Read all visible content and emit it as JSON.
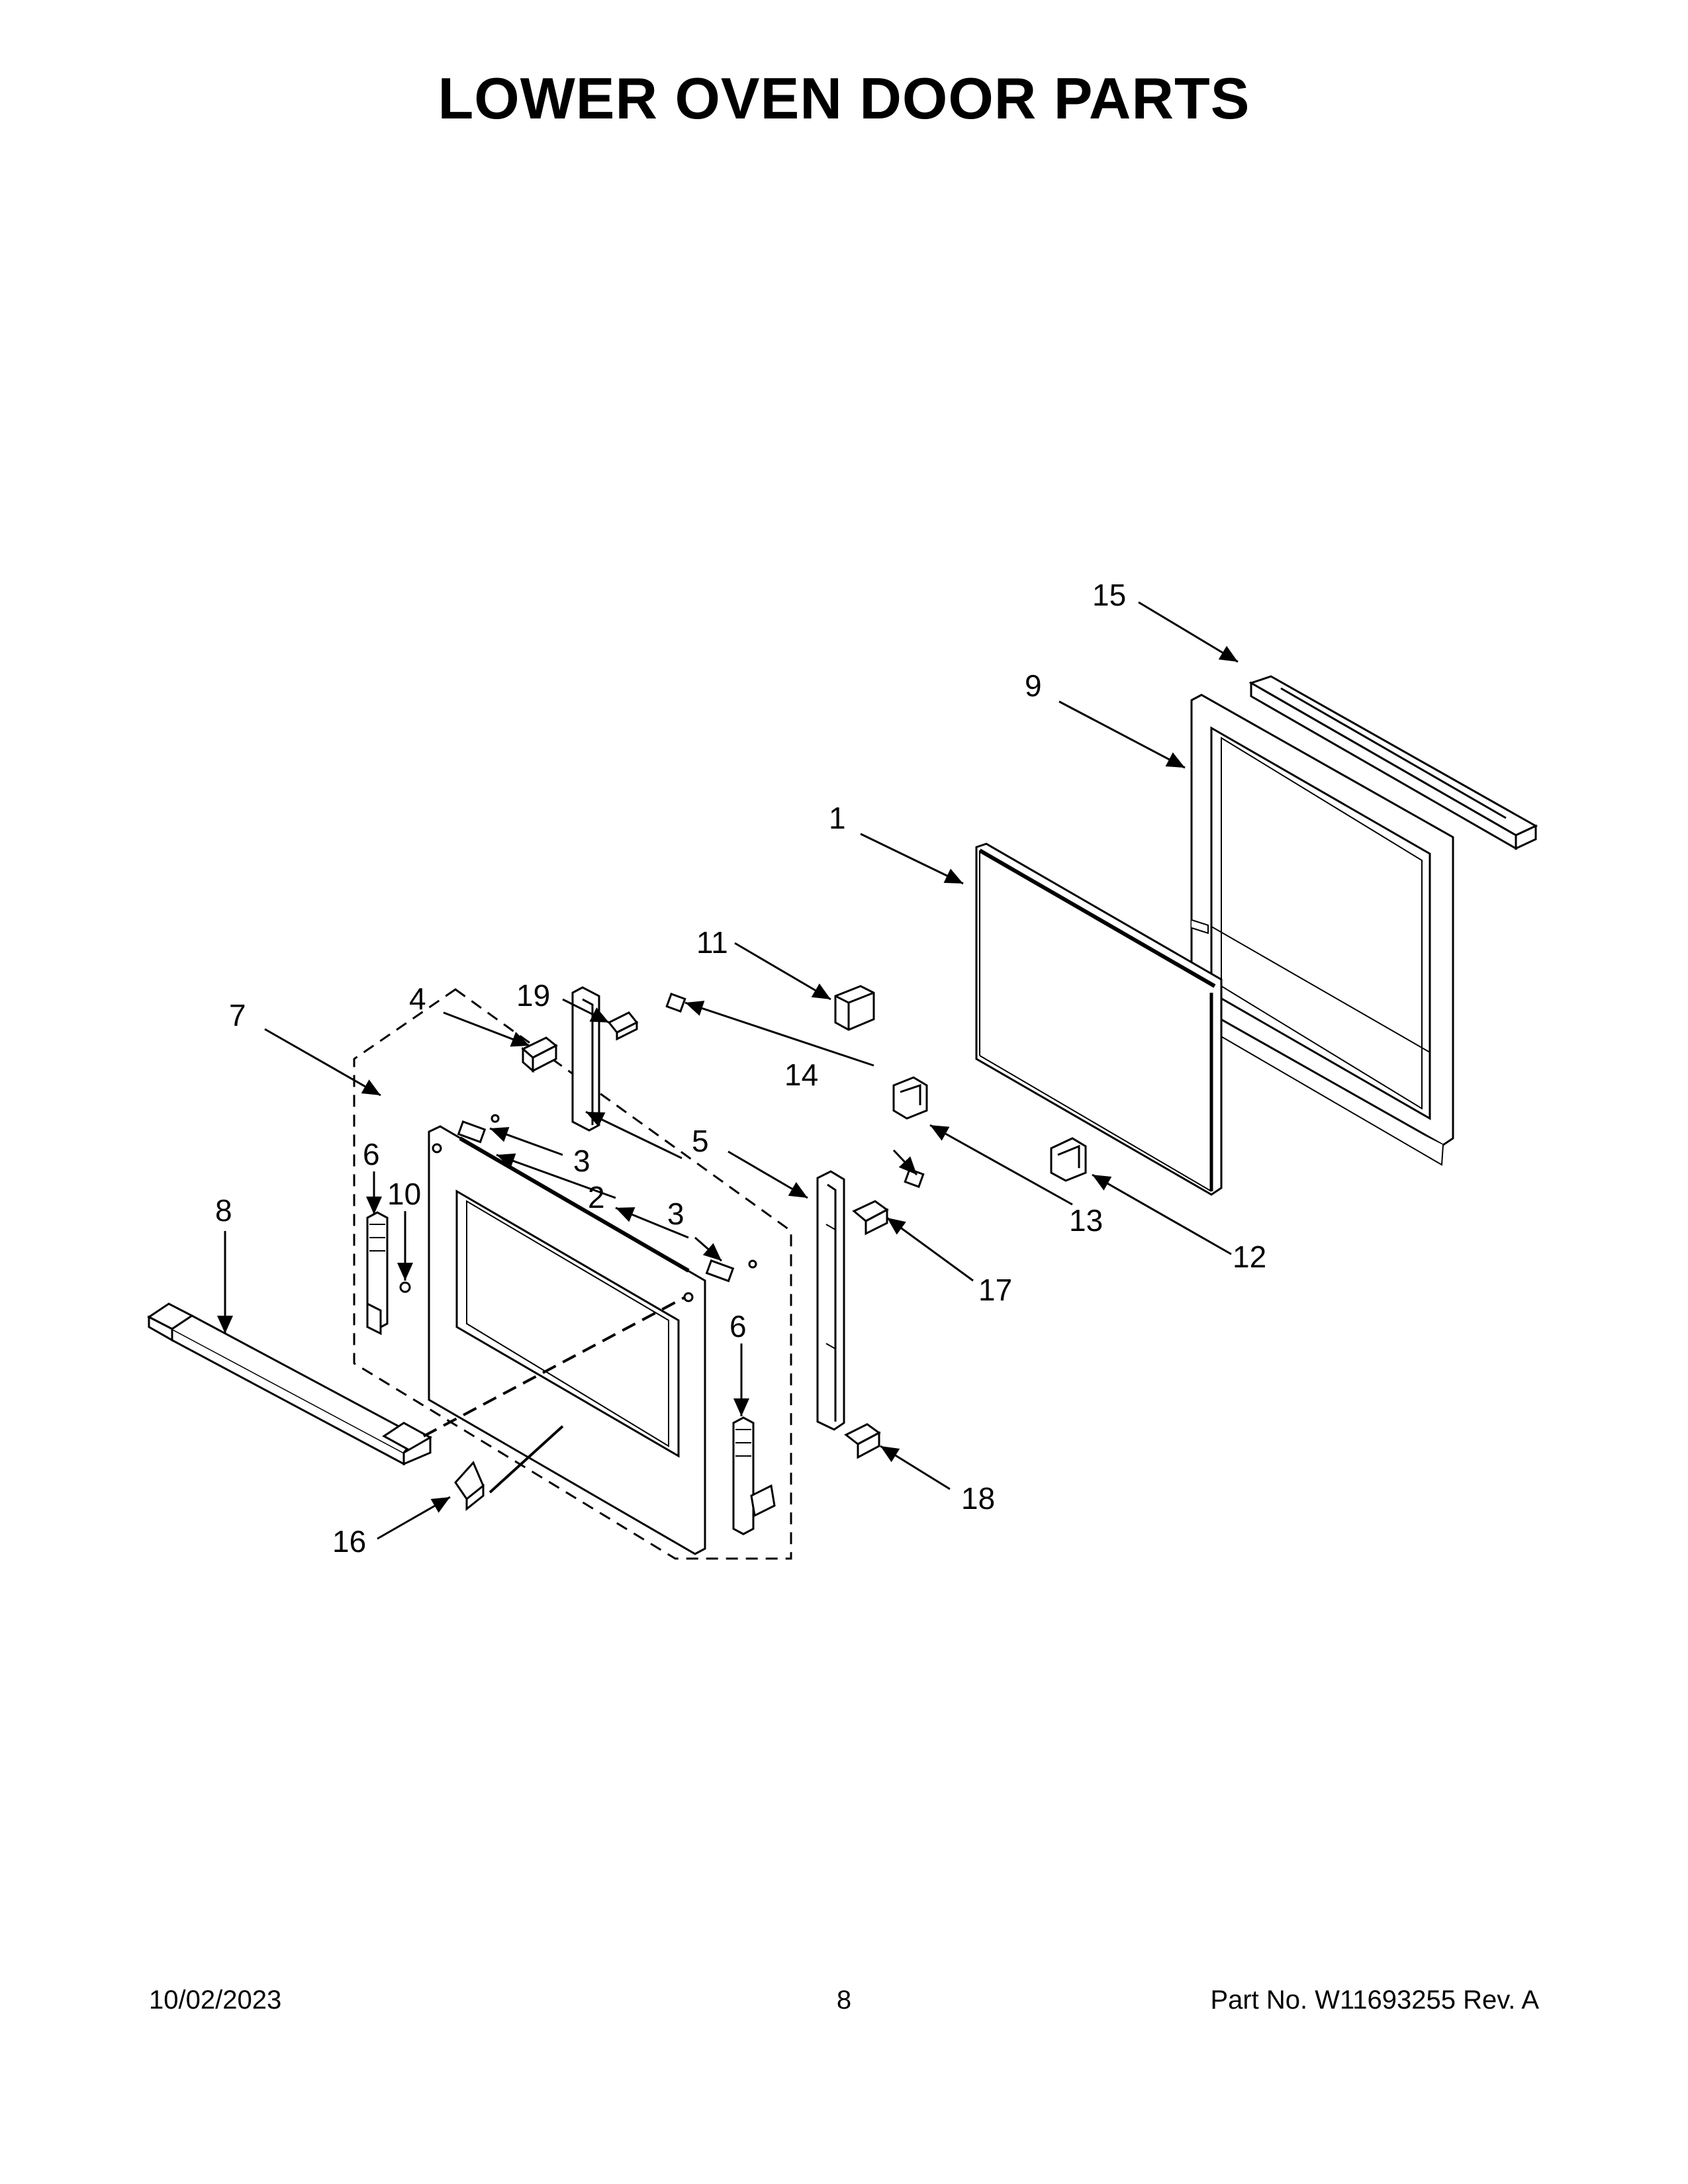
{
  "title": "LOWER OVEN DOOR PARTS",
  "callouts": {
    "n1": "1",
    "n2": "2",
    "n3a": "3",
    "n3b": "3",
    "n4": "4",
    "n5": "5",
    "n6a": "6",
    "n6b": "6",
    "n7": "7",
    "n8": "8",
    "n9": "9",
    "n10": "10",
    "n11": "11",
    "n12": "12",
    "n13": "13",
    "n14": "14",
    "n15": "15",
    "n16": "16",
    "n17": "17",
    "n18": "18",
    "n19": "19"
  },
  "footer": {
    "date": "10/02/2023",
    "page": "8",
    "part": "Part No.  W11693255  Rev.  A"
  }
}
